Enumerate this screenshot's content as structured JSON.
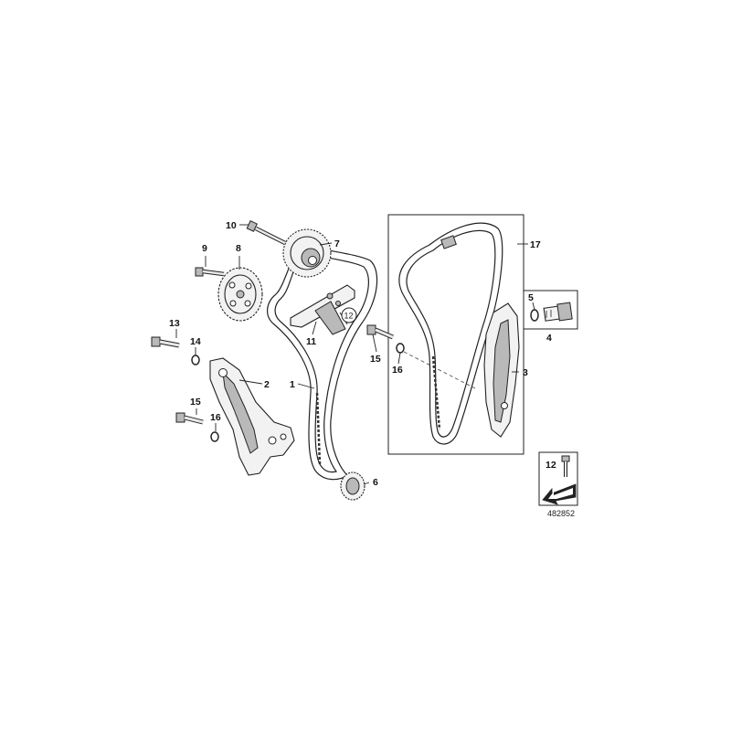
{
  "callouts": {
    "c1": "1",
    "c2": "2",
    "c3": "3",
    "c4": "4",
    "c5": "5",
    "c6": "6",
    "c7": "7",
    "c8": "8",
    "c9": "9",
    "c10": "10",
    "c11": "11",
    "c12": "12",
    "c13": "13",
    "c14": "14",
    "c15a": "15",
    "c15b": "15",
    "c16a": "16",
    "c16b": "16",
    "c17": "17"
  },
  "legend": {
    "part_number": "12"
  },
  "image_ref": "482852"
}
